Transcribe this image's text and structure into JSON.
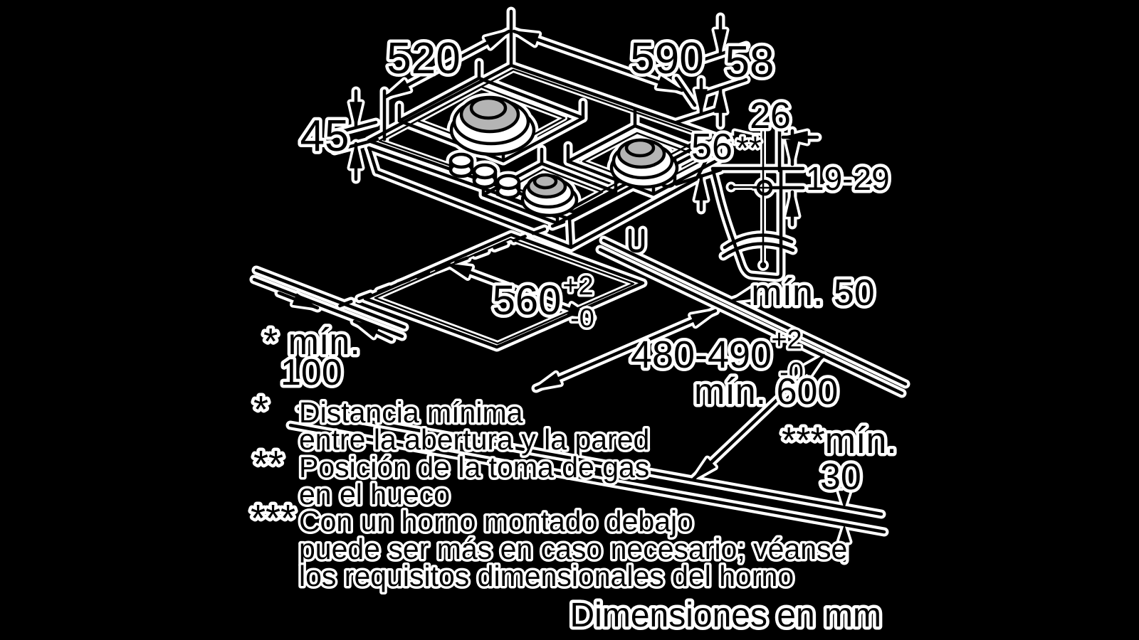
{
  "colors": {
    "background": "#000000",
    "ink": "#000000",
    "halo": "#ffffff",
    "burner_gray": "#b4b4b4"
  },
  "dims": {
    "depth": "520",
    "width": "590",
    "edge_height": "58",
    "tub_height": "45",
    "built_in_height": "56",
    "built_in_marker": "**",
    "gas_offset": "26",
    "gas_depth_range": "19-29",
    "cutout_width": "560",
    "cutout_depth": "480-490",
    "tol_plus": "+2",
    "tol_minus": "-0",
    "min_back_clearance": "mín. 50",
    "min_wall_label": "* mín.",
    "min_wall_value": "100",
    "min_worktop_depth": "mín. 600",
    "min_front_label": "***mín.",
    "min_front_value": "30"
  },
  "notes": [
    {
      "marker": "*",
      "lines": [
        "Distancia mínima",
        "entre la abertura y la pared"
      ]
    },
    {
      "marker": "**",
      "lines": [
        "Posición de la toma de gas",
        "en el hueco"
      ]
    },
    {
      "marker": "***",
      "lines": [
        "Con un horno montado debajo",
        "puede ser más en caso necesario; véanse",
        "los requisitos dimensionales del horno"
      ]
    }
  ],
  "footer": "Dimensiones en mm"
}
